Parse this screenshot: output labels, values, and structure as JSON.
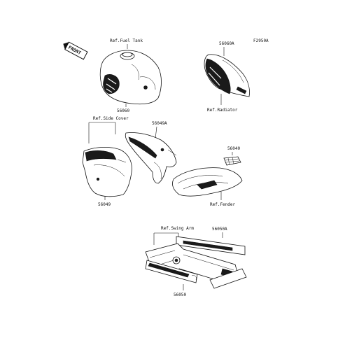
{
  "diagram": {
    "code": "F2950A",
    "front_badge": "FRONT",
    "references": {
      "fuel_tank": "Ref.Fuel Tank",
      "radiator": "Ref.Radiator",
      "side_cover": "Ref.Side Cover",
      "fender": "Ref.Fender",
      "swing_arm": "Ref.Swing Arm"
    },
    "parts": {
      "p56060": "56060",
      "p56060a": "56060A",
      "p56049a": "56049A",
      "p56049": "56049",
      "p56040": "56040",
      "p56050a": "56050A",
      "p56050": "56050"
    }
  }
}
